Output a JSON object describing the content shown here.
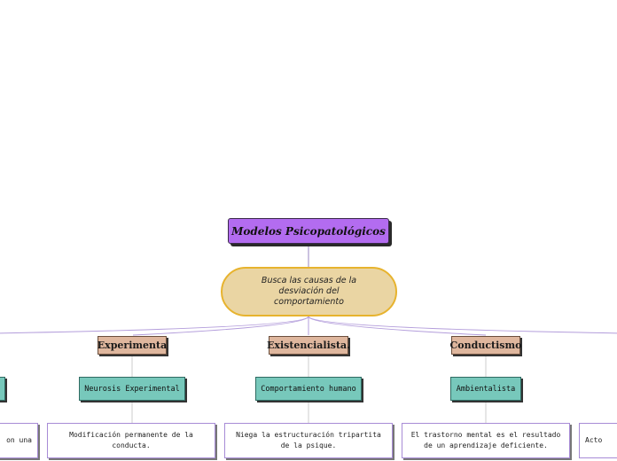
{
  "root": {
    "title": "Modelos Psicopatológicos"
  },
  "main_topic": {
    "text": "Busca las causas de la desviación del comportamiento"
  },
  "branches": [
    {
      "category": "Experimenta",
      "subtopic": "Neurosis Experimental",
      "description": "Modificación permanente de la conducta."
    },
    {
      "category": "Existencialista.",
      "subtopic": "Comportamiento humano",
      "description": "Niega la estructuración tripartita de la psique."
    },
    {
      "category": "Conductismo",
      "subtopic": "Ambientalista",
      "description": "El trastorno mental es el resultado de un aprendizaje deficiente."
    }
  ],
  "partial_left": {
    "description": "on una"
  },
  "partial_right": {
    "description": "Acto"
  },
  "colors": {
    "root": "#b36cf0",
    "main_topic": "#ead5a3",
    "main_topic_border": "#e7b32e",
    "category": "#dfb79e",
    "subtopic": "#77c8bb",
    "description_border": "#a78bd6",
    "connector": "#b39ddb"
  }
}
